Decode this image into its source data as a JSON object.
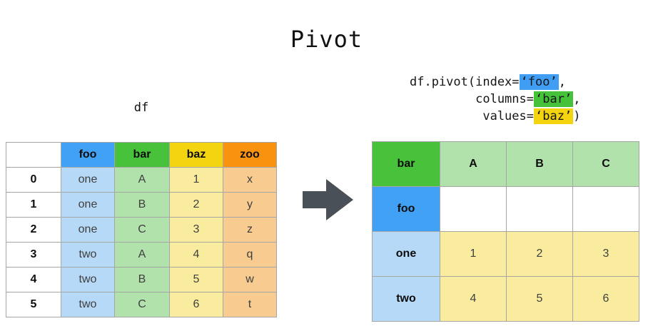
{
  "title": "Pivot",
  "source_table": {
    "label": "df",
    "corner": "",
    "columns": [
      "foo",
      "bar",
      "baz",
      "zoo"
    ],
    "rows": [
      {
        "index": "0",
        "cells": [
          "one",
          "A",
          "1",
          "x"
        ]
      },
      {
        "index": "1",
        "cells": [
          "one",
          "B",
          "2",
          "y"
        ]
      },
      {
        "index": "2",
        "cells": [
          "one",
          "C",
          "3",
          "z"
        ]
      },
      {
        "index": "3",
        "cells": [
          "two",
          "A",
          "4",
          "q"
        ]
      },
      {
        "index": "4",
        "cells": [
          "two",
          "B",
          "5",
          "w"
        ]
      },
      {
        "index": "5",
        "cells": [
          "two",
          "C",
          "6",
          "t"
        ]
      }
    ]
  },
  "code": {
    "l1a": "df.pivot(index=",
    "l1b": "‘foo’",
    "l1c": ",",
    "l2a": "         columns=",
    "l2b": "‘bar’",
    "l2c": ",",
    "l3a": "          values=",
    "l3b": "‘baz’",
    "l3c": ")"
  },
  "arrow": {
    "icon": "right-arrow"
  },
  "result_table": {
    "corner_top": "bar",
    "corner_bottom": "foo",
    "columns": [
      "A",
      "B",
      "C"
    ],
    "empty_row": [
      "",
      "",
      ""
    ],
    "rows": [
      {
        "index": "one",
        "cells": [
          "1",
          "2",
          "3"
        ]
      },
      {
        "index": "two",
        "cells": [
          "4",
          "5",
          "6"
        ]
      }
    ]
  },
  "colors": {
    "foo_blue": "#41a1f5",
    "bar_green": "#48c23b",
    "baz_yellow": "#f3d411",
    "zoo_orange": "#f9920f",
    "light_blue": "#b7d9f8",
    "light_green": "#b2e2ac",
    "light_yellow": "#f9ec9e",
    "light_orange": "#f8cb91",
    "arrow_gray": "#4a5058",
    "border_gray": "#a6a6a6"
  }
}
